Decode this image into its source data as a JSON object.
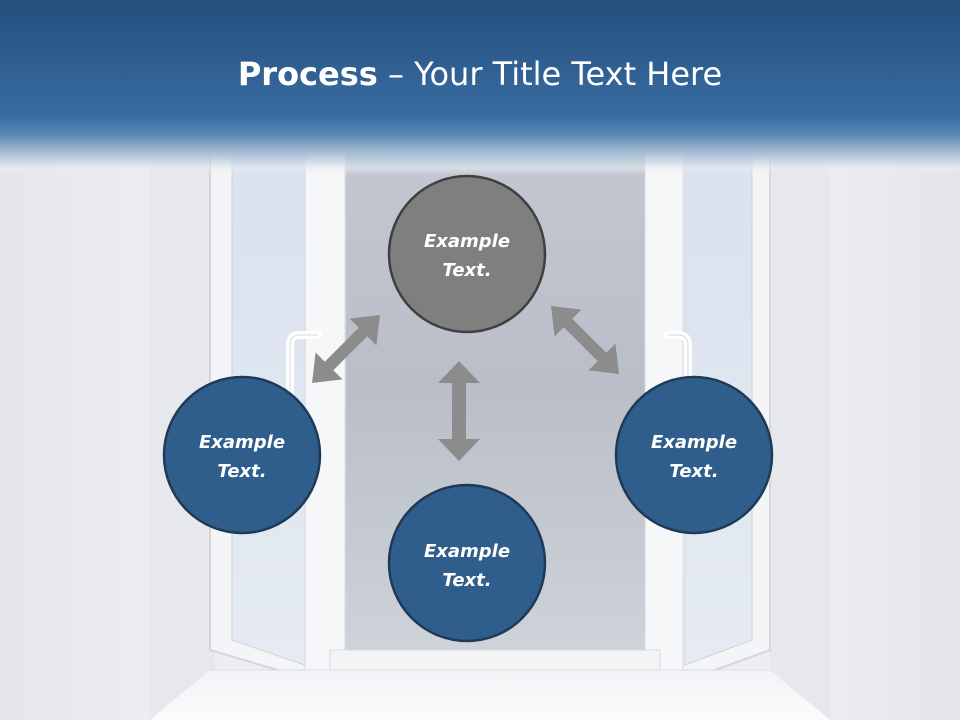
{
  "slide": {
    "title_bold": "Process",
    "title_separator": " – ",
    "title_rest": "Your Title Text Here"
  },
  "colors": {
    "title_bar": "#2e5d8f",
    "node_blue": "#2f5d8c",
    "node_gray": "#7f7f7f",
    "node_outline": "#1f3a56",
    "arrow": "#8c8c8c"
  },
  "diagram": {
    "nodes": [
      {
        "id": "top",
        "line1": "Example",
        "line2": "Text.",
        "fill": "gray"
      },
      {
        "id": "left",
        "line1": "Example",
        "line2": "Text.",
        "fill": "blue"
      },
      {
        "id": "right",
        "line1": "Example",
        "line2": "Text.",
        "fill": "blue"
      },
      {
        "id": "bottom",
        "line1": "Example",
        "line2": "Text.",
        "fill": "blue"
      }
    ],
    "arrows": [
      {
        "from": "top",
        "to": "left",
        "icon": "double-arrow-icon"
      },
      {
        "from": "top",
        "to": "right",
        "icon": "double-arrow-icon"
      },
      {
        "from": "top",
        "to": "bottom",
        "icon": "double-arrow-icon"
      }
    ]
  }
}
